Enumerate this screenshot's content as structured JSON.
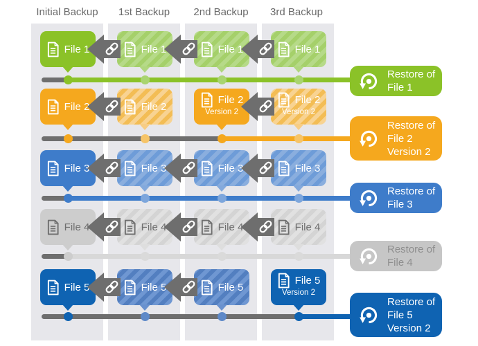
{
  "headers": [
    "Initial Backup",
    "1st Backup",
    "2nd Backup",
    "3rd Backup"
  ],
  "palette": {
    "green": "#8bc228",
    "orange": "#f5a81e",
    "blue": "#3e7cca",
    "gray": "#cdcdcd",
    "dark_blue": "#0f63b2",
    "arrow_gray": "#6e6e6e",
    "column_background": "#e7e7eb",
    "inactive_timeline_gray": "#d8d8d8",
    "header_text": "#6a6a6a"
  },
  "rows": [
    {
      "boxes": [
        {
          "label": "File 1"
        },
        {
          "label": "File 1"
        },
        {
          "label": "File 1"
        },
        {
          "label": "File 1"
        }
      ],
      "restore_lines": [
        "Restore of",
        "File 1"
      ]
    },
    {
      "boxes": [
        {
          "label": "File 2"
        },
        {
          "label": "File 2"
        },
        {
          "label": "File 2",
          "sublabel": "Version 2"
        },
        {
          "label": "File 2",
          "sublabel": "Version 2"
        }
      ],
      "restore_lines": [
        "Restore of",
        "File 2",
        "Version 2"
      ]
    },
    {
      "boxes": [
        {
          "label": "File 3"
        },
        {
          "label": "File 3"
        },
        {
          "label": "File 3"
        },
        {
          "label": "File 3"
        }
      ],
      "restore_lines": [
        "Restore of",
        "File 3"
      ]
    },
    {
      "boxes": [
        {
          "label": "File 4"
        },
        {
          "label": "File 4"
        },
        {
          "label": "File 4"
        },
        {
          "label": "File 4"
        }
      ],
      "restore_lines": [
        "Restore of",
        "File 4"
      ]
    },
    {
      "boxes": [
        {
          "label": "File 5"
        },
        {
          "label": "File 5"
        },
        {
          "label": "File 5"
        },
        {
          "label": "File 5",
          "sublabel": "Version 2"
        }
      ],
      "restore_lines": [
        "Restore of",
        "File 5",
        "Version 2"
      ]
    }
  ]
}
